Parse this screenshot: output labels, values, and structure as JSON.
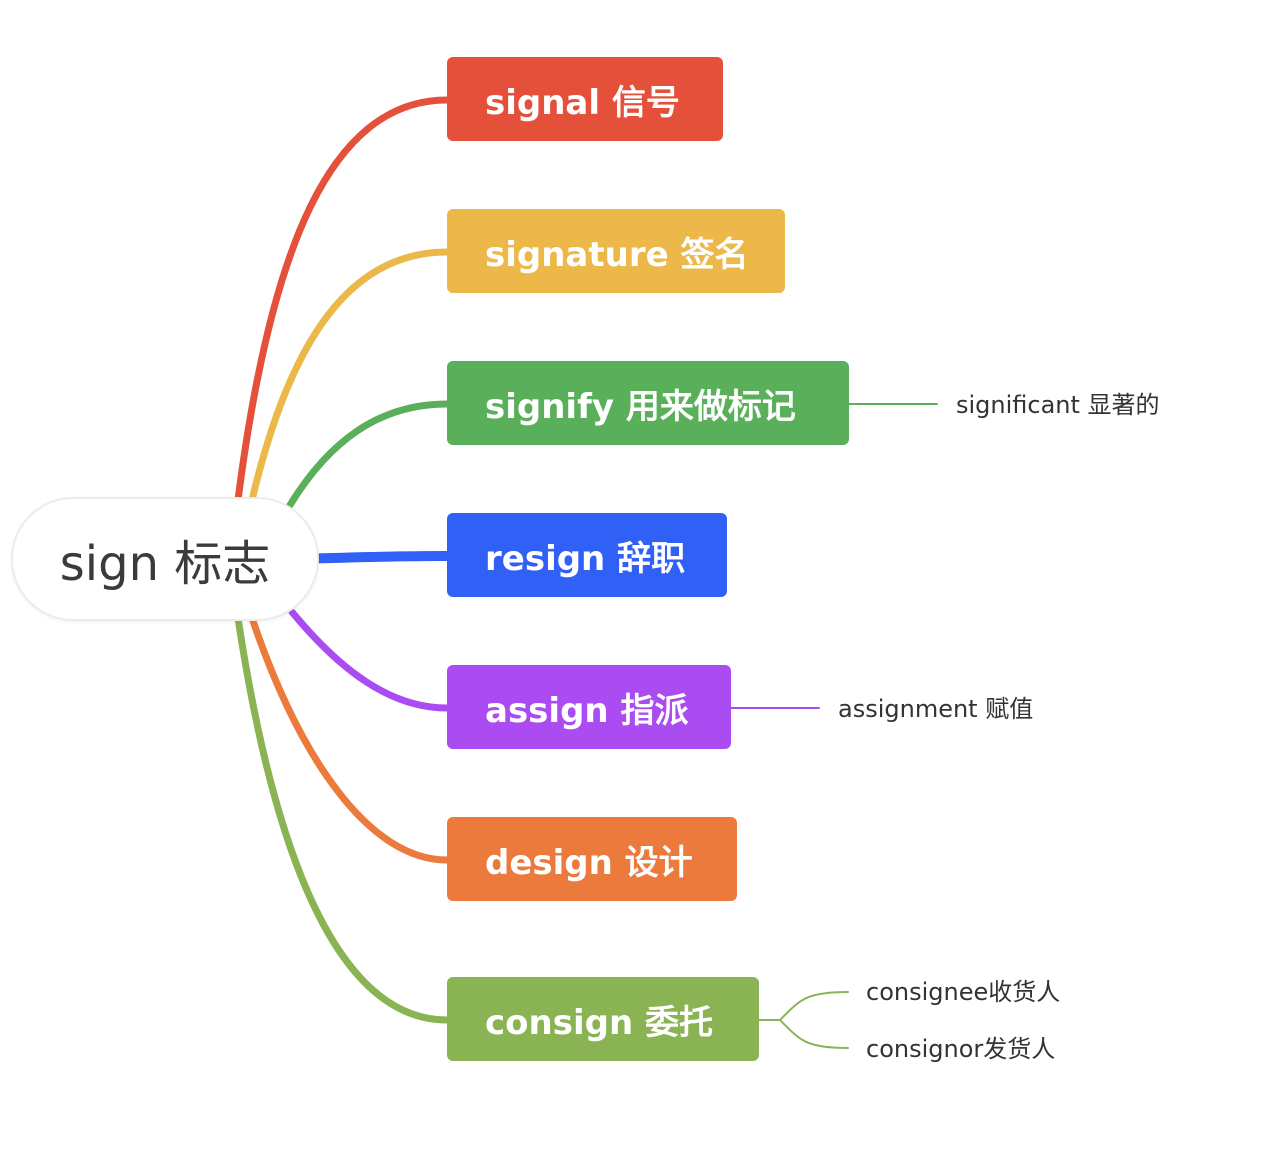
{
  "root": {
    "label": "sign 标志"
  },
  "branches": [
    {
      "label": "signal 信号",
      "color": "#e5503b",
      "children": []
    },
    {
      "label": "signature 签名",
      "color": "#edb84a",
      "children": []
    },
    {
      "label": "signify 用来做标记",
      "color": "#5ab05a",
      "children": [
        "significant 显著的"
      ]
    },
    {
      "label": "resign 辞职",
      "color": "#3060f6",
      "children": []
    },
    {
      "label": "assign 指派",
      "color": "#aa4cf2",
      "children": [
        "assignment 赋值"
      ]
    },
    {
      "label": "design 设计",
      "color": "#ec7a3d",
      "children": []
    },
    {
      "label": "consign 委托",
      "color": "#8ab354",
      "children": [
        "consignee收货人",
        "consignor发货人"
      ]
    }
  ]
}
